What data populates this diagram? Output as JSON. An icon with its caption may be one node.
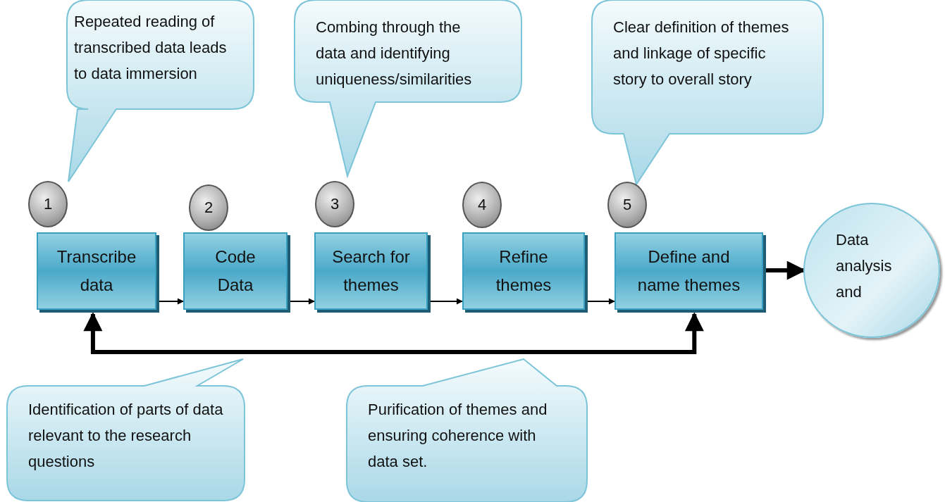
{
  "diagram": {
    "nodes": [
      {
        "text": [
          "Repeated reading of transcribed data leads to data immersion"
        ]
      },
      {
        "text": [
          "Combing through the data and identifying uniqueness/similarities"
        ]
      },
      {
        "text": [
          "Clear definition of themes and linkage of specific story to overall story"
        ]
      },
      {
        "text": [
          "1"
        ]
      },
      {
        "text": [
          "2"
        ]
      },
      {
        "text": [
          "3"
        ]
      },
      {
        "text": [
          "4"
        ]
      },
      {
        "text": [
          "5"
        ]
      },
      {
        "text": [
          "Transcribe data"
        ]
      },
      {
        "text": [
          "Code Data"
        ]
      },
      {
        "text": [
          "Search for themes"
        ]
      },
      {
        "text": [
          "Refine themes"
        ]
      },
      {
        "text": [
          "Define and name themes"
        ]
      },
      {
        "text": [
          "Data analysis and"
        ]
      },
      {
        "text": [
          "Identification  of parts of data relevant  to the research questions"
        ]
      },
      {
        "text": [
          "Purification of themes and ensuring coherence with data set."
        ]
      }
    ],
    "edges": [
      {
        "from": 8,
        "to": 9,
        "arrow": "to"
      },
      {
        "from": 9,
        "to": 10,
        "arrow": "to"
      },
      {
        "from": 10,
        "to": 11,
        "arrow": "to"
      },
      {
        "from": 11,
        "to": 12,
        "arrow": "to"
      },
      {
        "from": 12,
        "to": 13,
        "arrow": "to",
        "style": "thick"
      },
      {
        "from": 12,
        "to": 8,
        "arrow": "both",
        "style": "thick"
      }
    ]
  }
}
